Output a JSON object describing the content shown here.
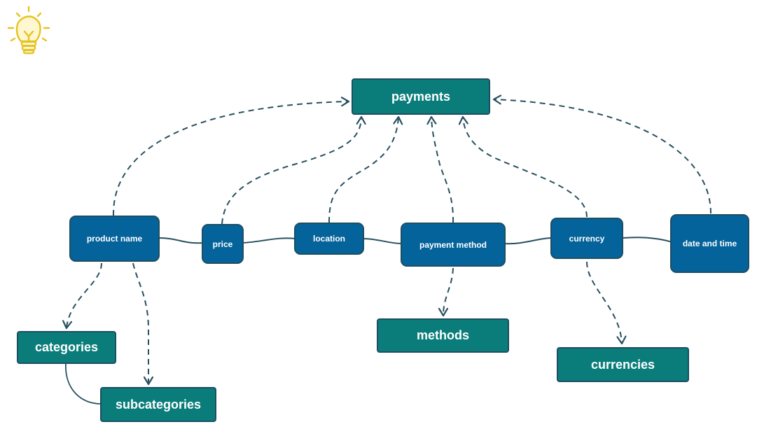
{
  "icon": "lightbulb-icon",
  "colors": {
    "attribute_fill": "#04639a",
    "table_fill": "#0a7d7b",
    "connector": "#28505f",
    "bulb": "#e6c31f"
  },
  "tables": {
    "payments": "payments",
    "categories": "categories",
    "subcategories": "subcategories",
    "methods": "methods",
    "currencies": "currencies"
  },
  "attributes": {
    "product_name": "product name",
    "price": "price",
    "location": "location",
    "payment_method": "payment method",
    "currency": "currency",
    "date_and_time": "date and time"
  }
}
